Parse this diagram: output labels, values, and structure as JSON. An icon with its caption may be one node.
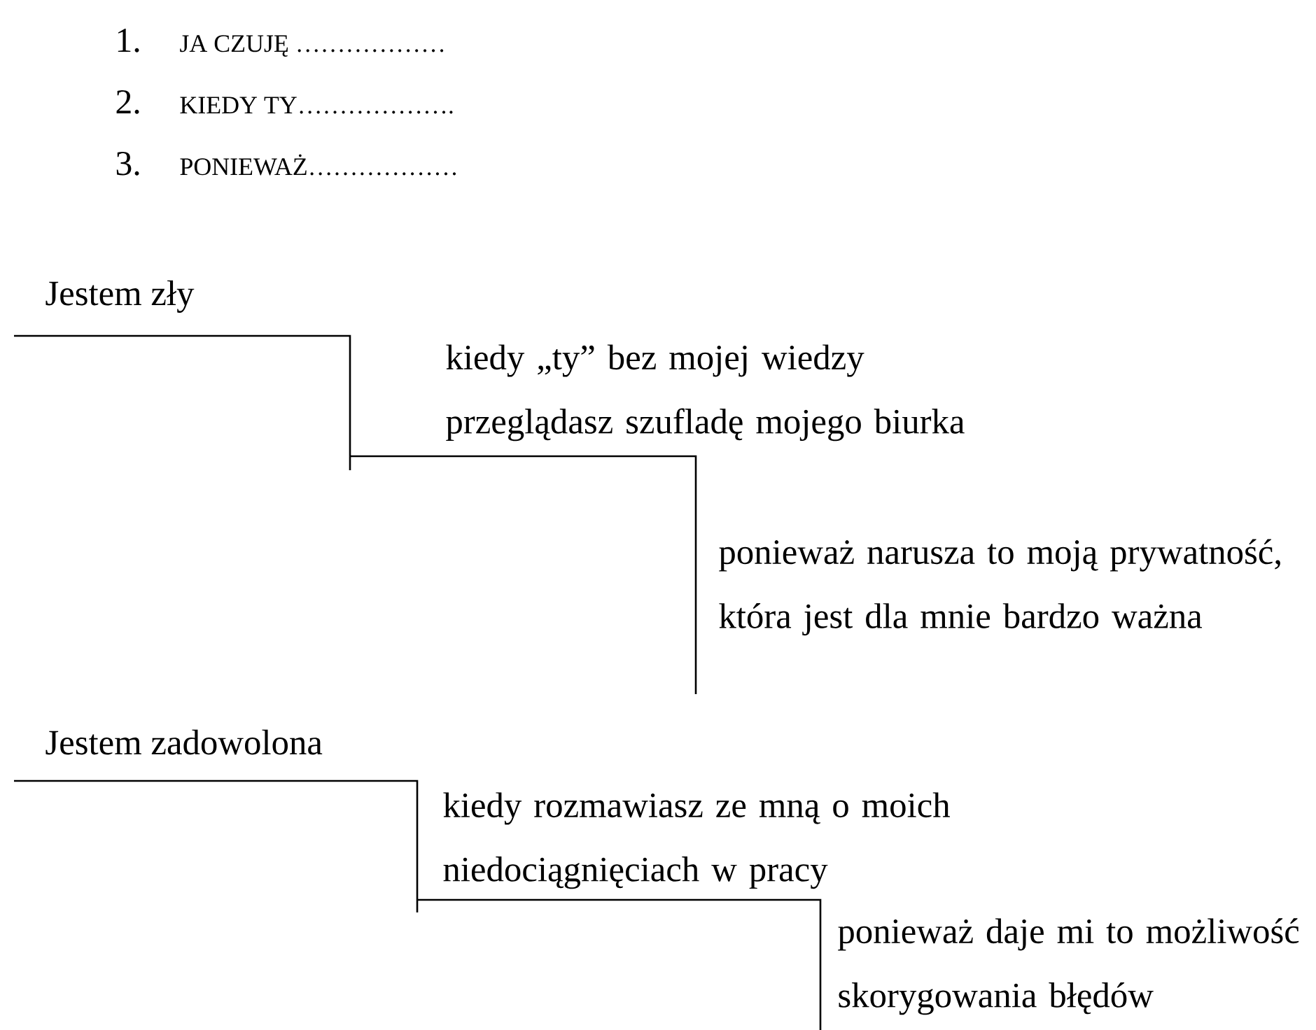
{
  "diagram": {
    "labels": [
      "1.",
      "JA CZUJĘ ………………",
      "2.",
      "KIEDY TY……………….",
      "3.",
      "PONIEWAŻ………………",
      "Jestem zły",
      "kiedy „ty” bez mojej wiedzy przeglądasz szufladę mojego biurka",
      "ponieważ narusza to moją prywatność, która jest dla mnie bardzo ważna",
      "Jestem zadowolona",
      "kiedy rozmawiasz ze mną o moich niedociągnięciach w pracy",
      "ponieważ daje mi to możliwość skorygowania błędów"
    ]
  }
}
